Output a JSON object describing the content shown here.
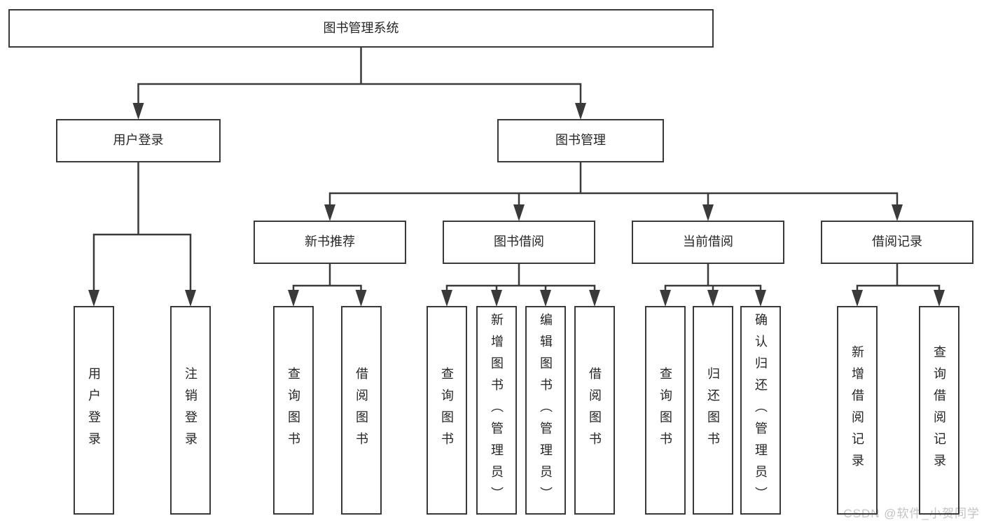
{
  "colors": {
    "line": "#3a3a3a",
    "box_border": "#3a3a3a",
    "box_fill": "#ffffff",
    "text": "#262626",
    "watermark_text": "#c3c3c3",
    "background": "#ffffff"
  },
  "watermark": {
    "text": "CSDN @软件_小贺同学"
  },
  "tree": {
    "label": "图书管理系统",
    "children": [
      {
        "label": "用户登录",
        "children": [
          {
            "label": "用户登录"
          },
          {
            "label": "注销登录"
          }
        ]
      },
      {
        "label": "图书管理",
        "children": [
          {
            "label": "新书推荐",
            "children": [
              {
                "label": "查询图书"
              },
              {
                "label": "借阅图书"
              }
            ]
          },
          {
            "label": "图书借阅",
            "children": [
              {
                "label": "查询图书"
              },
              {
                "label": "新增图书（管理员）"
              },
              {
                "label": "编辑图书（管理员）"
              },
              {
                "label": "借阅图书"
              }
            ]
          },
          {
            "label": "当前借阅",
            "children": [
              {
                "label": "查询图书"
              },
              {
                "label": "归还图书"
              },
              {
                "label": "确认归还（管理员）"
              }
            ]
          },
          {
            "label": "借阅记录",
            "children": [
              {
                "label": "新增借阅记录"
              },
              {
                "label": "查询借阅记录"
              }
            ]
          }
        ]
      }
    ]
  }
}
